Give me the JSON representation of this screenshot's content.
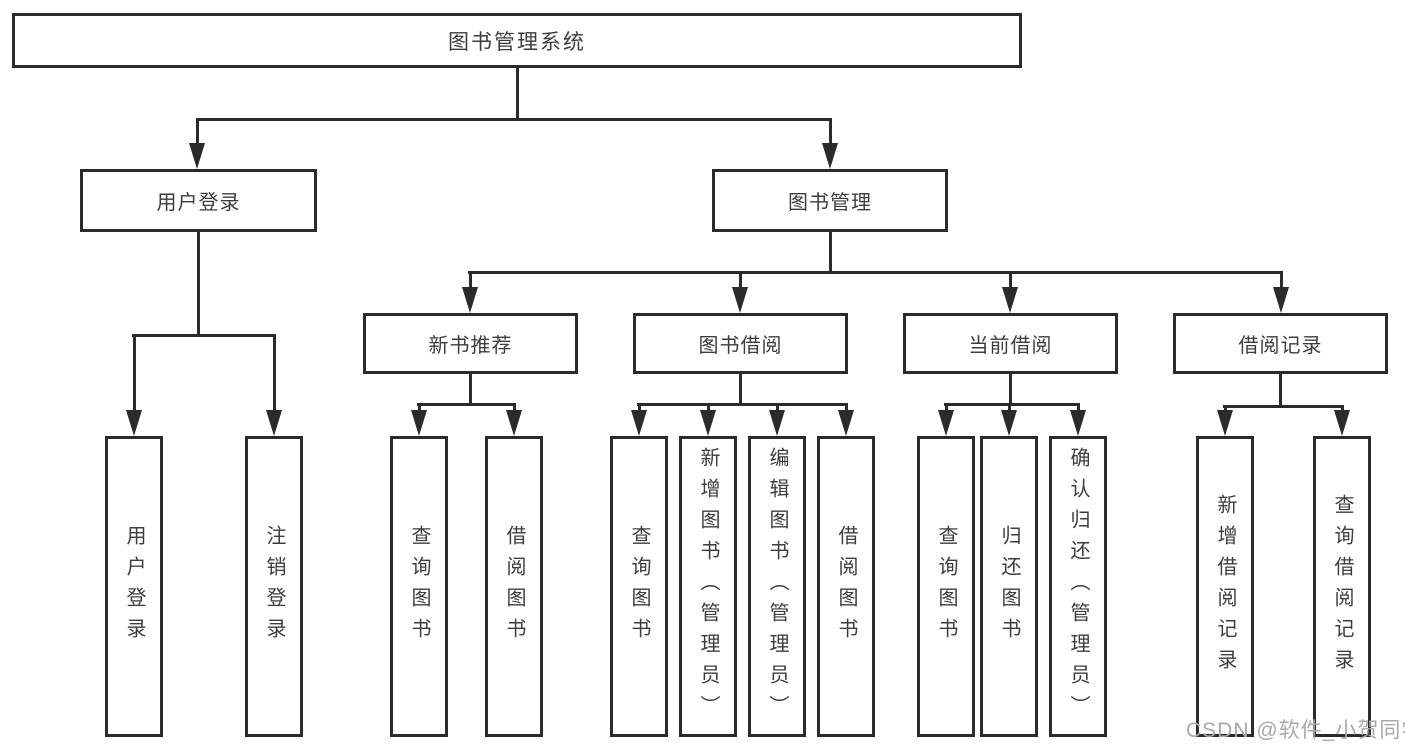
{
  "diagram": {
    "root": {
      "label": "图书管理系统"
    },
    "login_branch": {
      "label": "用户登录",
      "children": [
        {
          "label": "用户登录"
        },
        {
          "label": "注销登录"
        }
      ]
    },
    "mgmt_branch": {
      "label": "图书管理",
      "sections": [
        {
          "label": "新书推荐",
          "children": [
            {
              "label": "查询图书"
            },
            {
              "label": "借阅图书"
            }
          ]
        },
        {
          "label": "图书借阅",
          "children": [
            {
              "label": "查询图书"
            },
            {
              "label": "新增图书（管理员）"
            },
            {
              "label": "编辑图书（管理员）"
            },
            {
              "label": "借阅图书"
            }
          ]
        },
        {
          "label": "当前借阅",
          "children": [
            {
              "label": "查询图书"
            },
            {
              "label": "归还图书"
            },
            {
              "label": "确认归还（管理员）"
            }
          ]
        },
        {
          "label": "借阅记录",
          "children": [
            {
              "label": "新增借阅记录"
            },
            {
              "label": "查询借阅记录"
            }
          ]
        }
      ]
    }
  },
  "watermark": {
    "text": "CSDN @软件_小贺同学"
  },
  "colors": {
    "line": "#2b2b2b",
    "text": "#3d3d3d",
    "background": "#ffffff",
    "watermark": "#a9a9a9"
  }
}
